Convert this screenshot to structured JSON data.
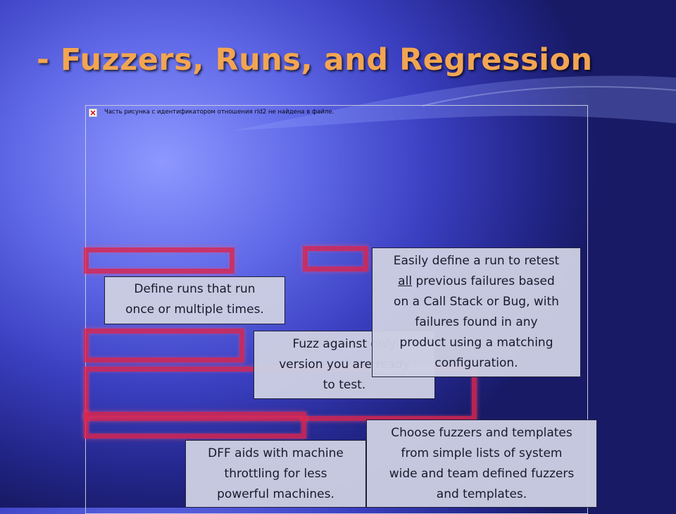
{
  "slide": {
    "title": "- Fuzzers, Runs, and Regression",
    "missing_image_text": "Часть рисунка с идентификатором отношения rId2 не найдена в файле.",
    "colors": {
      "title": "#f2a552",
      "highlight": "#dc264e",
      "callout_bg": "#cbcde2",
      "background": "#5e67e6"
    }
  },
  "callouts": {
    "runs": {
      "line1": "Define runs that run",
      "line2": "once or multiple times."
    },
    "version": {
      "line1": "Fuzz against only",
      "line2": "version you are ready",
      "line3": "to test."
    },
    "retest": {
      "line1": "Easily define a run to retest",
      "line2_emph": "all",
      "line2_rest": " previous failures based",
      "line3": "on a Call Stack or Bug, with",
      "line4": "failures found in any",
      "line5": "product using a matching",
      "line6": "configuration."
    },
    "throttle": {
      "line1": "DFF aids with machine",
      "line2": "throttling for less",
      "line3": "powerful machines."
    },
    "fuzzers": {
      "line1": "Choose fuzzers and templates",
      "line2": "from simple lists of system",
      "line3": "wide and team defined fuzzers",
      "line4": "and templates."
    }
  }
}
